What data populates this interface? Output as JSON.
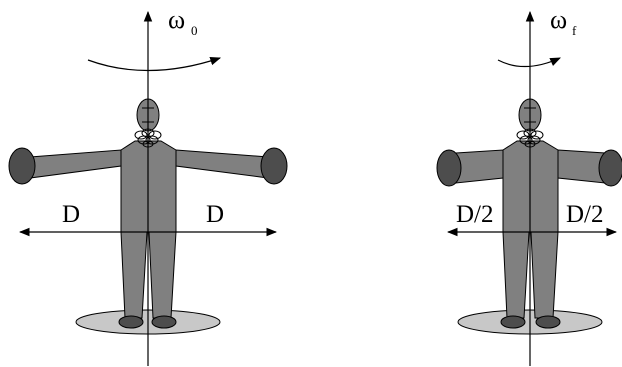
{
  "figures": [
    {
      "id": "initial",
      "omega_symbol": "ω",
      "omega_subscript": "0",
      "left_distance_label": "D",
      "right_distance_label": "D",
      "arms": "extended"
    },
    {
      "id": "final",
      "omega_symbol": "ω",
      "omega_subscript": "f",
      "left_distance_label": "D/2",
      "right_distance_label": "D/2",
      "arms": "retracted"
    }
  ],
  "colors": {
    "line": "#000000",
    "body_fill": "#808080",
    "weight_fill": "#4d4d4d",
    "platform_fill": "#c8c8c8",
    "background": "#ffffff"
  }
}
